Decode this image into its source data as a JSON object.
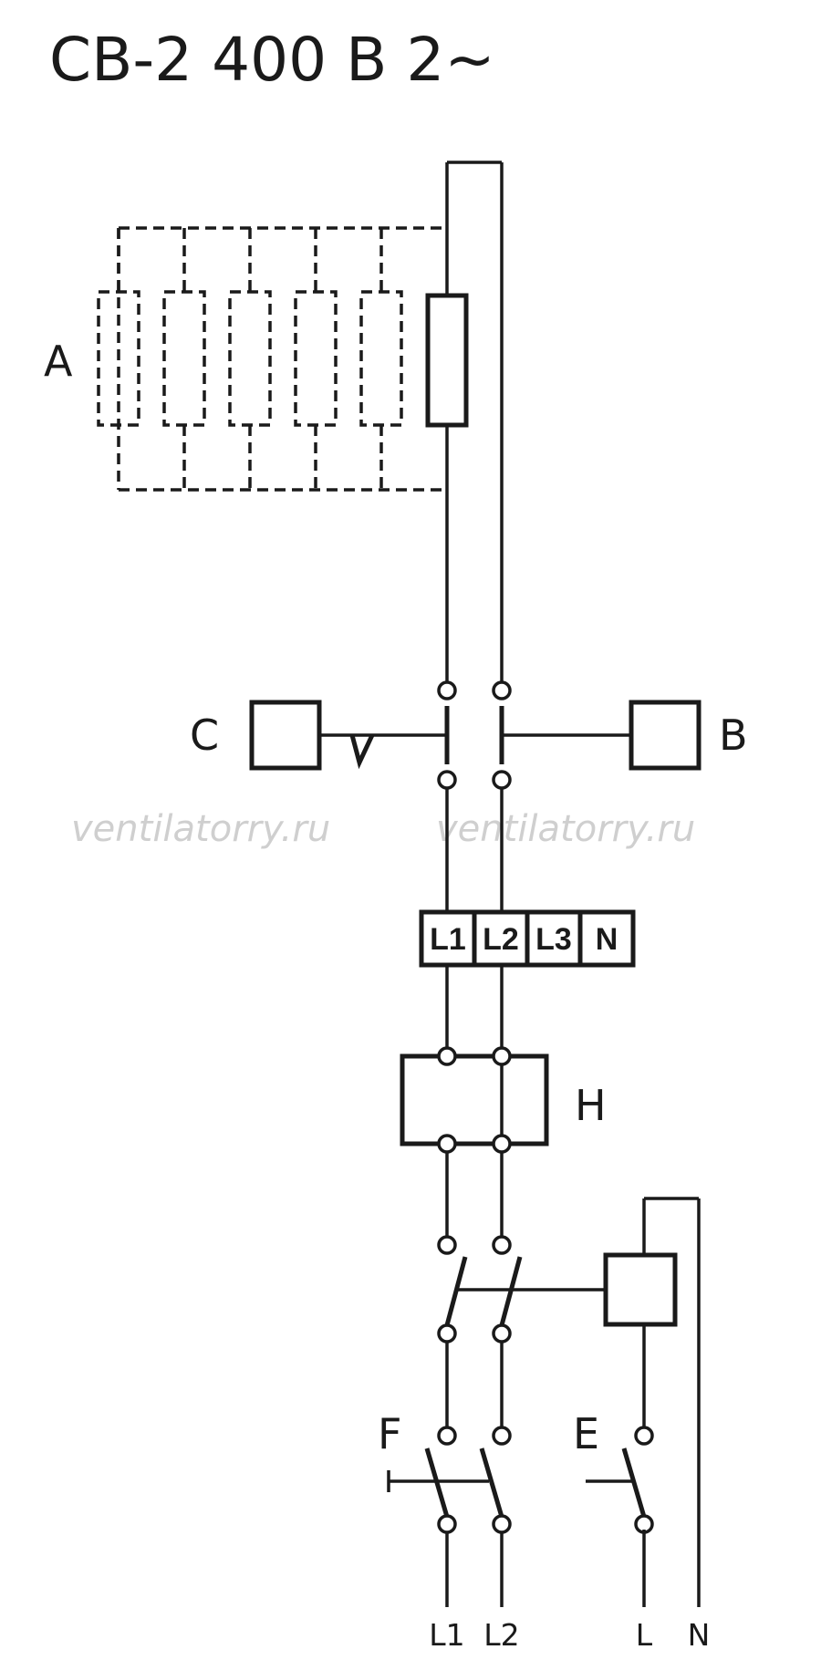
{
  "title": "CB-2 400 B 2~",
  "labels": {
    "a": "A",
    "b": "B",
    "c": "C",
    "e": "E",
    "f": "F",
    "h": "H"
  },
  "terminals": [
    "L1",
    "L2",
    "L3",
    "N"
  ],
  "supply_labels": [
    "L1",
    "L2",
    "L",
    "N"
  ],
  "watermarks": [
    "ventilatorry.ru",
    "ventilatorry.ru"
  ]
}
